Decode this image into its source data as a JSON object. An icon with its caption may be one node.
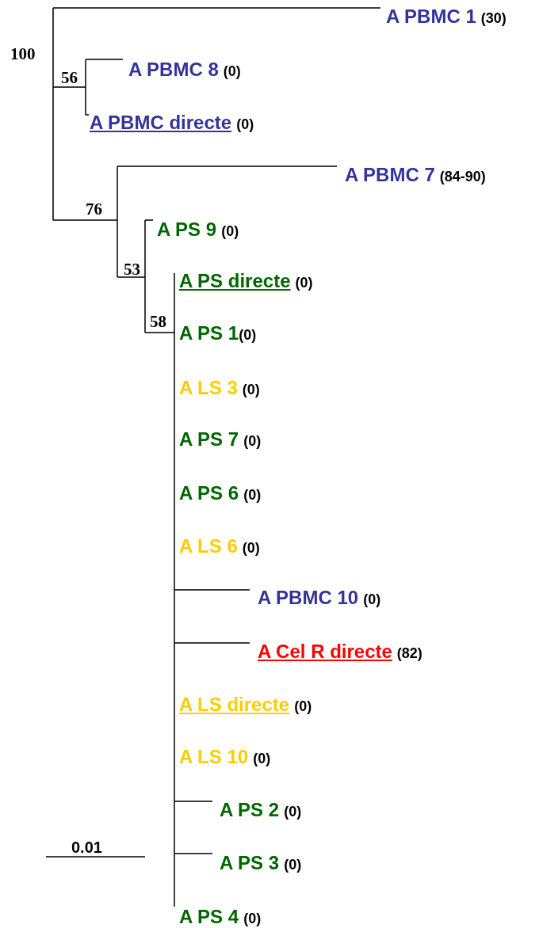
{
  "diagram": {
    "nodes": [
      {
        "text": [
          "A PBMC 1"
        ],
        "beside": [
          "(30)"
        ]
      },
      {
        "text": [
          "A PBMC 8"
        ],
        "beside": [
          "(0)"
        ]
      },
      {
        "text": [
          "A PBMC directe"
        ],
        "beside": [
          "(0)"
        ]
      },
      {
        "text": [
          "A PBMC 7"
        ],
        "beside": [
          "(84-90)"
        ]
      },
      {
        "text": [
          "A PS 9"
        ],
        "beside": [
          "(0)"
        ]
      },
      {
        "text": [
          "A PS directe"
        ],
        "beside": [
          "(0)"
        ]
      },
      {
        "text": [
          "A PS 1"
        ],
        "beside": [
          "(0)"
        ]
      },
      {
        "text": [
          "A LS 3"
        ],
        "beside": [
          "(0)"
        ]
      },
      {
        "text": [
          "A PS 7"
        ],
        "beside": [
          "(0)"
        ]
      },
      {
        "text": [
          "A PS 6"
        ],
        "beside": [
          "(0)"
        ]
      },
      {
        "text": [
          "A LS 6"
        ],
        "beside": [
          "(0)"
        ]
      },
      {
        "text": [
          "A PBMC 10"
        ],
        "beside": [
          "(0)"
        ]
      },
      {
        "text": [
          "A Cel R directe"
        ],
        "beside": [
          "(82)"
        ]
      },
      {
        "text": [
          "A LS directe"
        ],
        "beside": [
          "(0)"
        ]
      },
      {
        "text": [
          "A LS 10"
        ],
        "beside": [
          "(0)"
        ]
      },
      {
        "text": [
          "A PS 2"
        ],
        "beside": [
          "(0)"
        ]
      },
      {
        "text": [
          "A PS 3"
        ],
        "beside": [
          "(0)"
        ]
      },
      {
        "text": [
          "A PS 4"
        ],
        "beside": [
          "(0)"
        ]
      }
    ],
    "labels": [
      "100",
      "56",
      "76",
      "53",
      "58",
      "0.01"
    ]
  }
}
